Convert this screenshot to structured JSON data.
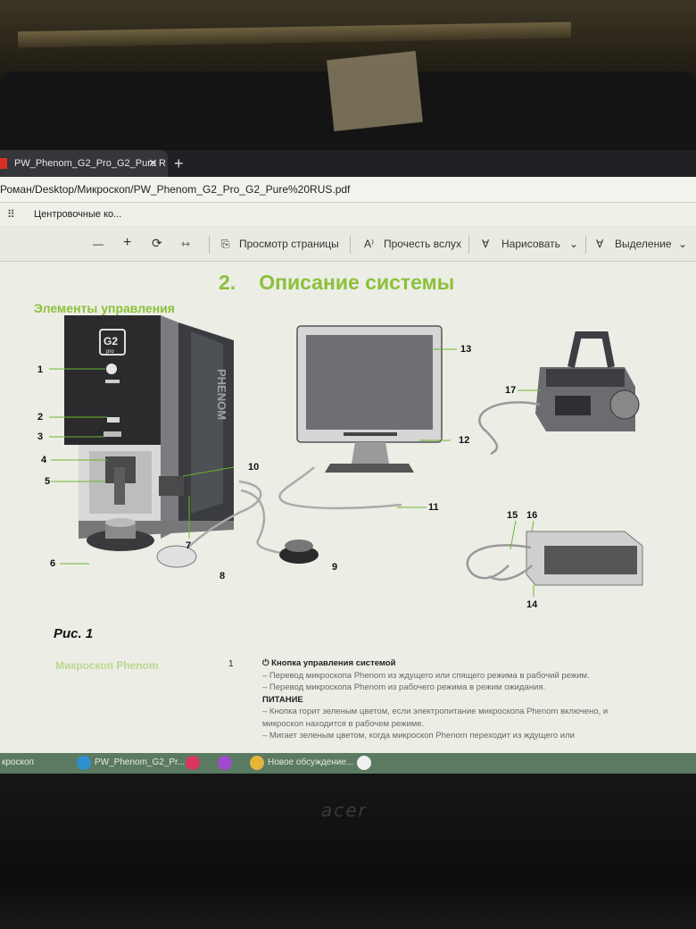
{
  "browser": {
    "tab_title": "PW_Phenom_G2_Pro_G2_Pure R",
    "tab_close": "✕",
    "new_tab": "+",
    "url": "Роман/Desktop/Микроскоп/PW_Phenom_G2_Pro_G2_Pure%20RUS.pdf",
    "bookmark_label": "Центровочные ко..."
  },
  "pdf_toolbar": {
    "zoom_out": "—",
    "zoom_in": "+",
    "page_view": "Просмотр страницы",
    "read_aloud": "Прочесть вслух",
    "draw": "Нарисовать",
    "highlight": "Выделение"
  },
  "document": {
    "heading_num": "2.",
    "heading_text": "Описание системы",
    "subheading": "Элементы управления",
    "callouts": [
      "1",
      "2",
      "3",
      "4",
      "5",
      "6",
      "7",
      "8",
      "9",
      "10",
      "11",
      "12",
      "13",
      "14",
      "15",
      "16",
      "17"
    ],
    "figure_caption": "Рис. 1",
    "table_left": "Микроскоп Phenom",
    "table_num": "1",
    "desc_title": "Кнопка управления системой",
    "desc_items": [
      "– Перевод микроскопа Phenom из ждущего или спящего режима в рабочий режим.",
      "– Перевод микроскопа Phenom из рабочего режима в режим ожидания."
    ],
    "power_title": "ПИТАНИЕ",
    "power_items": [
      "– Кнопка горит зеленым цветом, если электропитание микроскопа Phenom включено, и",
      "  микроскоп находится в рабочем режиме.",
      "– Мигает зеленым цветом, когда микроскоп Phenom переходит из ждущего или"
    ],
    "device_text": {
      "logo_top": "G2",
      "logo_bottom": "pro",
      "side_brand": "PHENOM"
    }
  },
  "taskbar": {
    "item1": "кроскоп",
    "item2": "PW_Phenom_G2_Pr...",
    "item3": "Новое обсуждение..."
  },
  "laptop": {
    "brand": "acer"
  }
}
